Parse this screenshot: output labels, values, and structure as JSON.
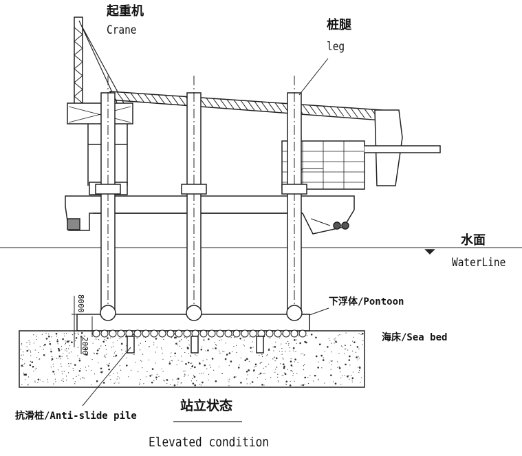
{
  "labels": {
    "crane_cn": "起重机",
    "crane_en": "Crane",
    "leg_cn": "桩腿",
    "leg_en": "leg",
    "water_cn": "水面",
    "water_en": "WaterLine",
    "pontoon": "下浮体/Pontoon",
    "seabed": "海床/Sea bed",
    "pile": "抗滑桩/Anti-slide pile",
    "title_cn": "站立状态",
    "title_en": "Elevated condition"
  },
  "dimensions": {
    "upper": "8000",
    "lower": "2000"
  }
}
